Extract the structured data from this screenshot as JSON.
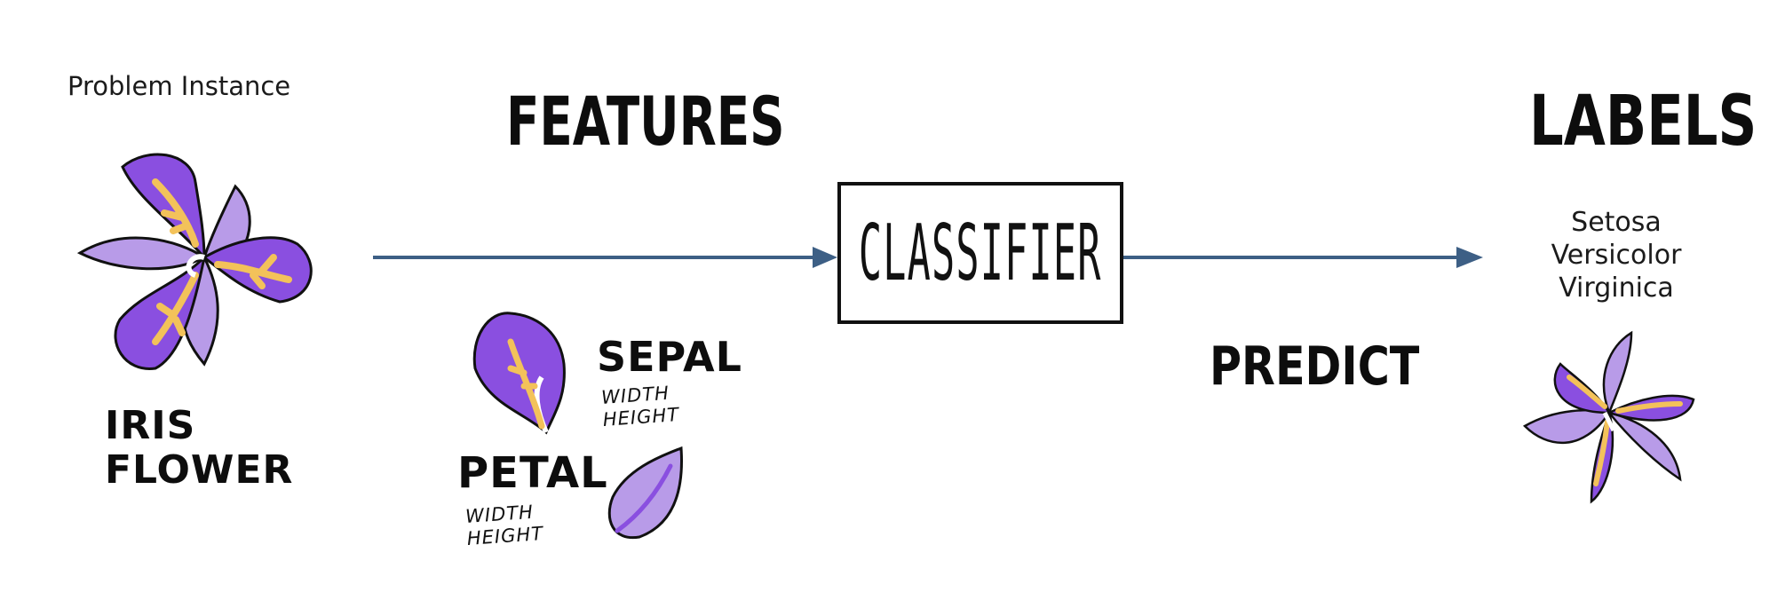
{
  "problem_instance": "Problem Instance",
  "instance_caption": [
    "IRIS",
    "FLOWER"
  ],
  "features_title": "FEATURES",
  "sepal": {
    "title": "SEPAL",
    "dims": [
      "WIDTH",
      "HEIGHT"
    ]
  },
  "petal": {
    "title": "PETAL",
    "dims": [
      "WIDTH",
      "HEIGHT"
    ]
  },
  "classifier": "CLASSIFIER",
  "predict": "PREDICT",
  "labels_title": "LABELS",
  "labels": [
    "Setosa",
    "Versicolor",
    "Virginica"
  ],
  "colors": {
    "arrow": "#3d5f85",
    "petal_dark": "#8a4fe0",
    "petal_light": "#b89be8",
    "accent_yellow": "#f3c25a"
  }
}
